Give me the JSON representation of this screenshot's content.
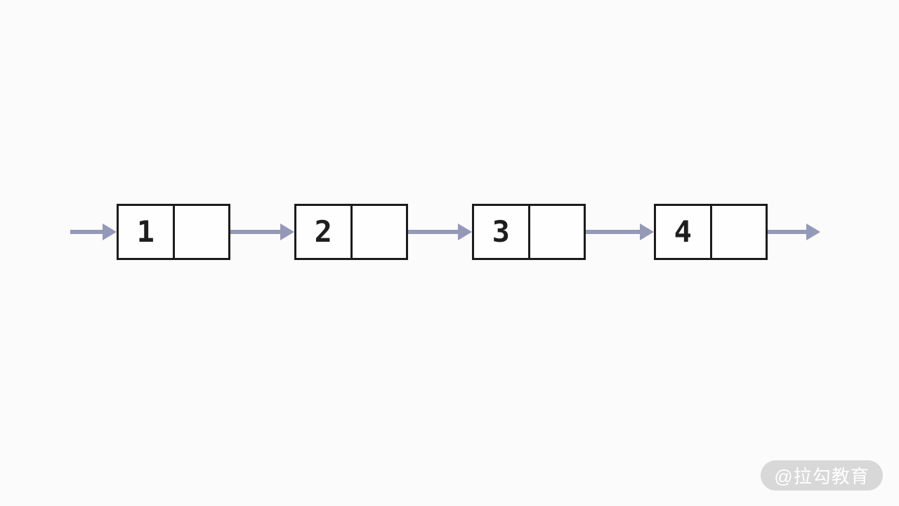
{
  "page": {
    "background": "#fbfbfb"
  },
  "diagram": {
    "type": "singly-linked-list",
    "node_count": 4,
    "nodes": [
      {
        "value": "1"
      },
      {
        "value": "2"
      },
      {
        "value": "3"
      },
      {
        "value": "4"
      }
    ],
    "arrows": [
      {
        "role": "incoming"
      },
      {
        "role": "next"
      },
      {
        "role": "next"
      },
      {
        "role": "next"
      },
      {
        "role": "outgoing"
      }
    ]
  },
  "colors": {
    "page_bg": "#fbfbfb",
    "arrow": "#9499b8",
    "node_border": "#1c1c1c",
    "node_fill": "#fefefe",
    "value_text": "#1e1e1e",
    "watermark_bg": "#d8d8d8",
    "watermark_text": "#ffffff"
  },
  "watermark": {
    "text": "@拉勾教育"
  }
}
